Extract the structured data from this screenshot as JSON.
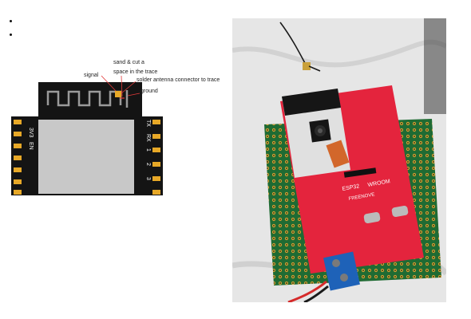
{
  "annotations": {
    "signal": "signal",
    "cut_line1": "sand & cut a",
    "cut_line2": "space in the trace",
    "solder": "solder antenna connector to trace",
    "ground": "ground"
  },
  "pins_left": [
    "3V3",
    "EN",
    "",
    "",
    "",
    "",
    ""
  ],
  "pins_right": [
    "TX",
    "RX",
    "1",
    "2",
    "3"
  ],
  "board_silkscreen": {
    "model_line1": "ESP32",
    "model_line2": "WROOM",
    "brand": "FREENOVE"
  },
  "colors": {
    "pcb_black": "#141414",
    "pad_gold": "#e7a827",
    "module_gray": "#c8c8c8",
    "board_red": "#e4243d",
    "perfboard_green": "#1f6b33",
    "terminal_blue": "#1e62b8"
  }
}
